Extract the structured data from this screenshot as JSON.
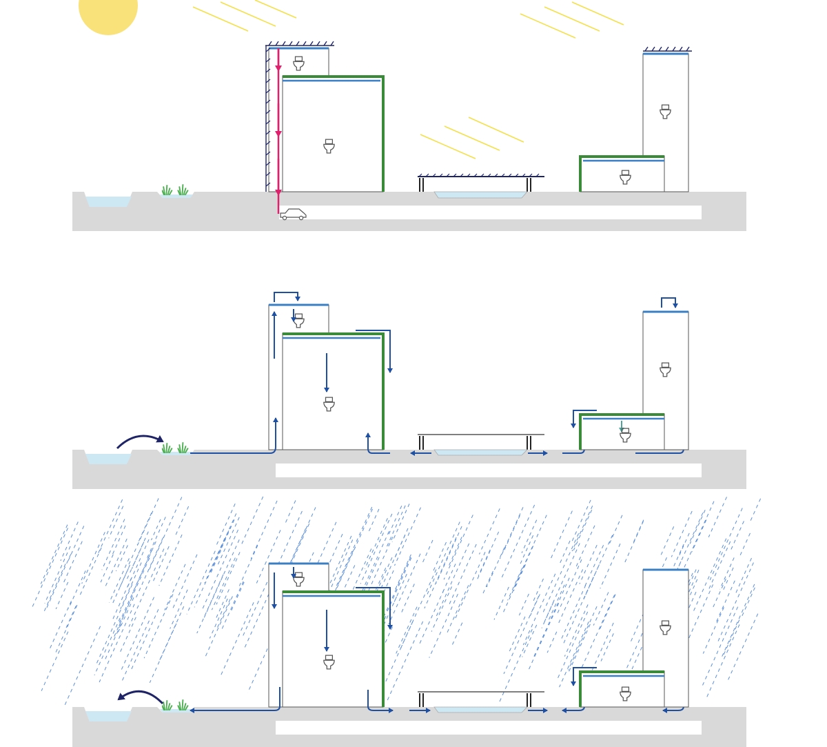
{
  "diagram": {
    "description_visible_text": [],
    "panels": [
      {
        "id": "panel-sunny",
        "label": ""
      },
      {
        "id": "panel-dry",
        "label": ""
      },
      {
        "id": "panel-rain",
        "label": ""
      }
    ],
    "colors": {
      "ground": "#d9d9d9",
      "basement": "#ffffff",
      "building_line": "#555555",
      "green_roof": "#3a8a3a",
      "water_roof": "#3a7fc4",
      "flow_arrow": "#1f4fa0",
      "pipe_pink": "#e0206c",
      "sun": "#f9e27a",
      "sun_rays": "#f4e04a",
      "rain": "#5b8fd9",
      "pond_water": "#cde7f3",
      "grass": "#4caf50",
      "dark_arrow": "#1f2466"
    },
    "icons": [
      "sun-icon",
      "toilet-icon",
      "car-icon",
      "grass-icon",
      "solar-hatch-icon"
    ]
  }
}
